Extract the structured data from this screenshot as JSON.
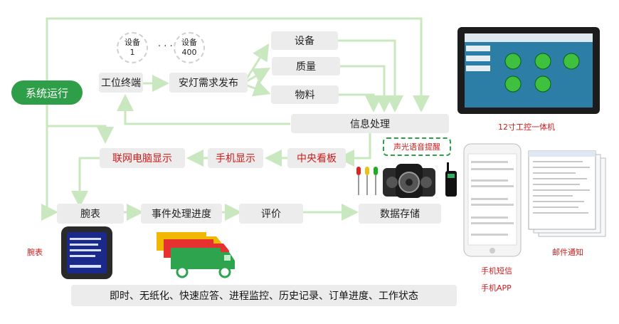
{
  "start": {
    "label": "系统运行"
  },
  "devices": [
    {
      "line1": "设备",
      "line2": "1"
    },
    {
      "line1": "设备",
      "line2": "400"
    }
  ],
  "ellipsis": "· · ·",
  "nodes": {
    "terminal": "工位终端",
    "andon": "安灯需求发布",
    "equipment": "设备",
    "quality": "质量",
    "material": "物料",
    "info": "信息处理",
    "pc": "联网电脑显示",
    "mobile": "手机显示",
    "central": "中央看板",
    "watch": "腕表",
    "progress": "事件处理进度",
    "evaluate": "评价",
    "storage": "数据存储"
  },
  "alarm_label": "声光语音提醒",
  "labels": {
    "panel_pc": "12寸工控一体机",
    "watch": "腕表",
    "sms": "手机短信",
    "app": "手机APP",
    "mail": "邮件通知"
  },
  "bottom_text": "即时、无纸化、快速应答、进程监控、历史记录、订单进度、工作状态",
  "colors": {
    "accent": "#2f9e49",
    "arrow": "#c9e8bf",
    "box": "#ececec",
    "red": "#d11a1a"
  }
}
